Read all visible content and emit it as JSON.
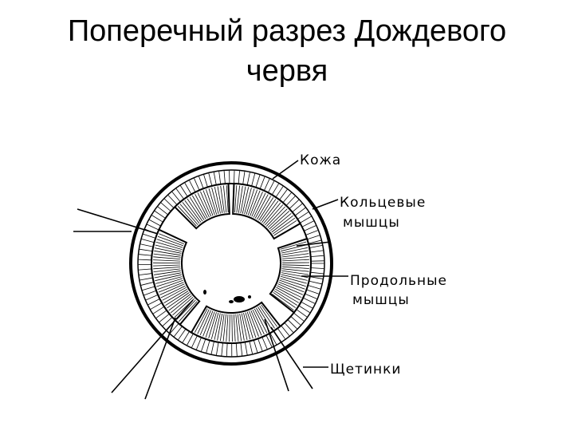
{
  "title": {
    "line1": "Поперечный разрез Дождевого",
    "line2": "червя"
  },
  "labels": {
    "skin": "Кожа",
    "circular_line1": "Кольцевые",
    "circular_line2": "мышцы",
    "longitudinal_line1": "Продольные",
    "longitudinal_line2": "мышцы",
    "setae": "Щетинки"
  },
  "colors": {
    "ink": "#000000",
    "background": "#ffffff"
  }
}
